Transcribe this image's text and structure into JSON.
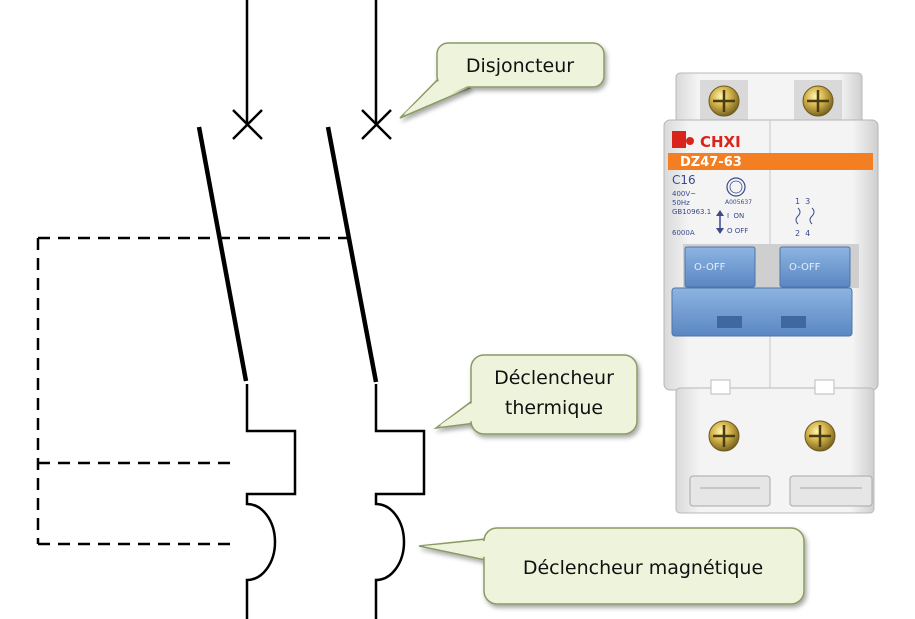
{
  "callouts": {
    "breaker": "Disjoncteur",
    "thermal_line1": "Déclencheur",
    "thermal_line2": "thermique",
    "magnetic": "Déclencheur magnétique"
  },
  "device": {
    "brand": "CHXI",
    "model": "DZ47-63",
    "rating": "C16",
    "voltage": "400V~",
    "frequency": "50Hz",
    "standard": "GB10963.1",
    "breaking_capacity": "6000A",
    "cert_number": "A005637",
    "on_label": "I  ON",
    "off_label": "O OFF",
    "terminals_top": "1  3",
    "terminals_bottom": "2  4",
    "switch_left": "O-OFF",
    "switch_right": "O-OFF"
  },
  "colors": {
    "callout_fill": "#eef3dc",
    "callout_stroke": "#8a9a63",
    "orange_band": "#f37f22",
    "brand_red": "#d9241c",
    "switch_blue": "#6b98d0"
  }
}
